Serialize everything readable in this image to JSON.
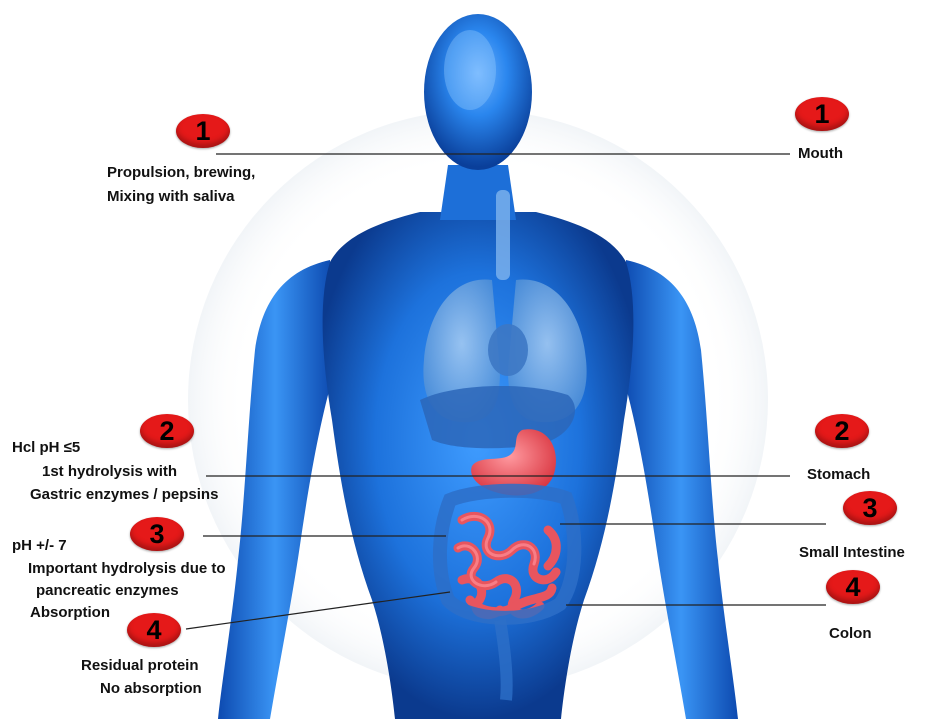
{
  "colors": {
    "badge": "#e51919",
    "body": "#1b6fd6",
    "organ": "#e8555e",
    "text": "#111111"
  },
  "right_labels": {
    "mouth": {
      "number": "1",
      "label": "Mouth"
    },
    "stomach": {
      "number": "2",
      "label": "Stomach"
    },
    "small_intestine": {
      "number": "3",
      "label": "Small Intestine"
    },
    "colon": {
      "number": "4",
      "label": "Colon"
    }
  },
  "left_notes": {
    "step1": {
      "number": "1",
      "lines": [
        "Propulsion, brewing,",
        "Mixing with saliva"
      ]
    },
    "step2": {
      "number": "2",
      "lines": [
        "Hcl pH ≤5",
        "1st hydrolysis with",
        "Gastric enzymes / pepsins"
      ]
    },
    "step3": {
      "number": "3",
      "lines": [
        "pH  +/- 7",
        "Important hydrolysis due to",
        "pancreatic enzymes",
        "Absorption"
      ]
    },
    "step4": {
      "number": "4",
      "lines": [
        "Residual protein",
        "No absorption"
      ]
    }
  }
}
